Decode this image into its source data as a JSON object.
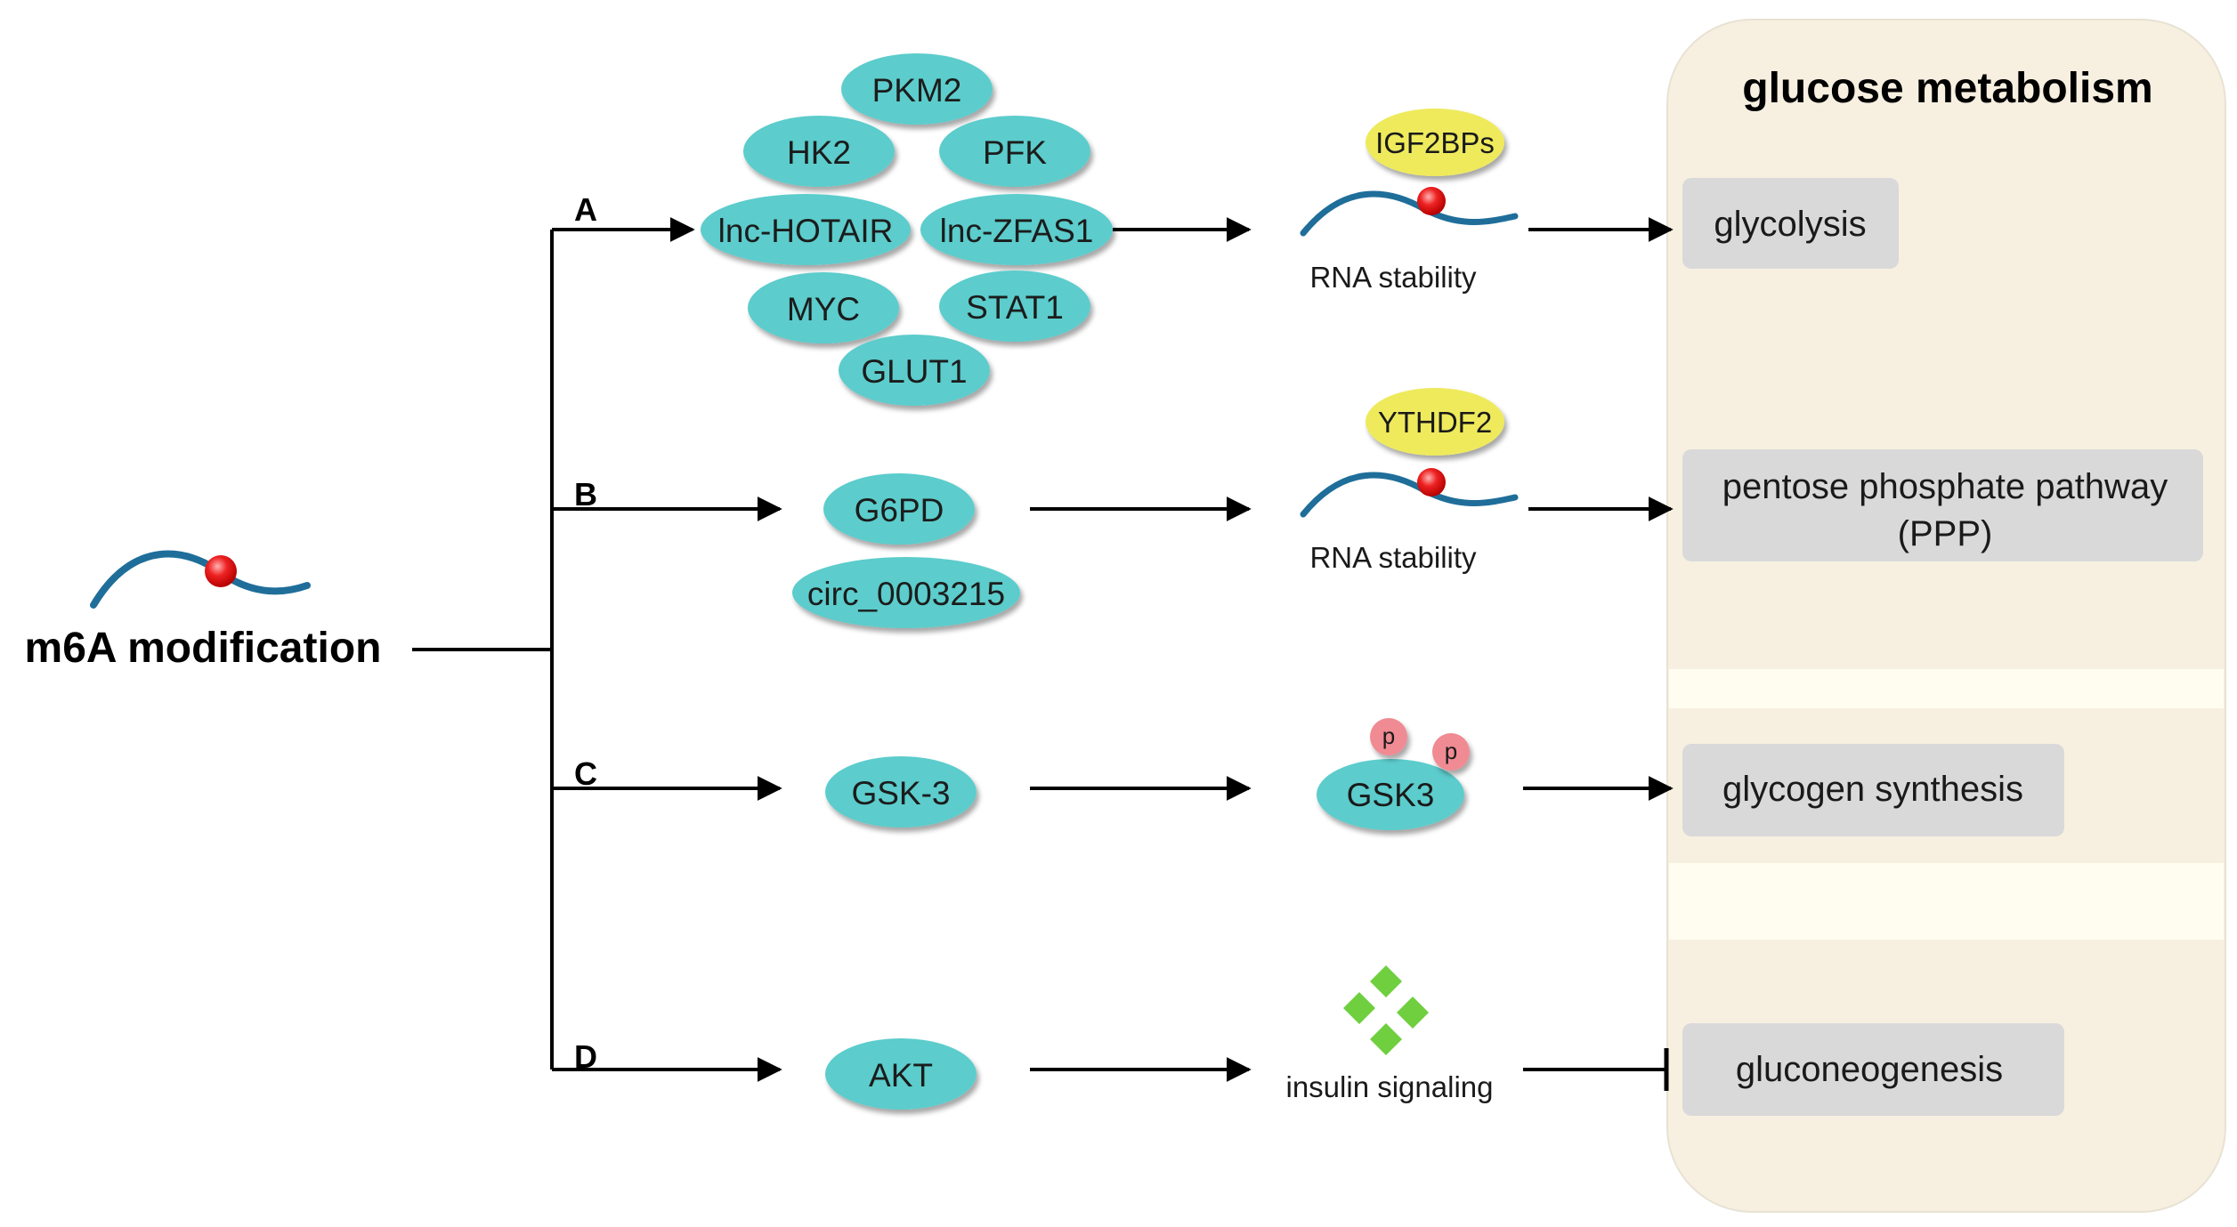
{
  "title": "glucose metabolism",
  "source": "m6A modification",
  "branches": {
    "a": {
      "label": "A",
      "targets": [
        "PKM2",
        "HK2",
        "PFK",
        "lnc-HOTAIR",
        "lnc-ZFAS1",
        "MYC",
        "STAT1",
        "GLUT1"
      ],
      "reader": "IGF2BPs",
      "mechanism": "RNA stability",
      "outcome": "glycolysis"
    },
    "b": {
      "label": "B",
      "targets": [
        "G6PD",
        "circ_0003215"
      ],
      "reader": "YTHDF2",
      "mechanism": "RNA stability",
      "outcome_line1": "pentose phosphate pathway",
      "outcome_line2": "(PPP)"
    },
    "c": {
      "label": "C",
      "target": "GSK-3",
      "mechanism": "GSK3",
      "phospho": "p",
      "outcome": "glycogen synthesis"
    },
    "d": {
      "label": "D",
      "target": "AKT",
      "mechanism": "insulin signaling",
      "outcome": "gluconeogenesis",
      "effect": "inhibition"
    }
  },
  "colors": {
    "ellipse": "#5ccccc",
    "reader": "#eeea5c",
    "rna": "#1f6e9a",
    "m6a_dot": "#ee2222",
    "phospho": "#f08a93",
    "diamond": "#6fcf3f",
    "panel": "#f7f0e1",
    "panel_band": "#fffdf0",
    "box": "#d9d9d9",
    "arrow": "#000000"
  }
}
